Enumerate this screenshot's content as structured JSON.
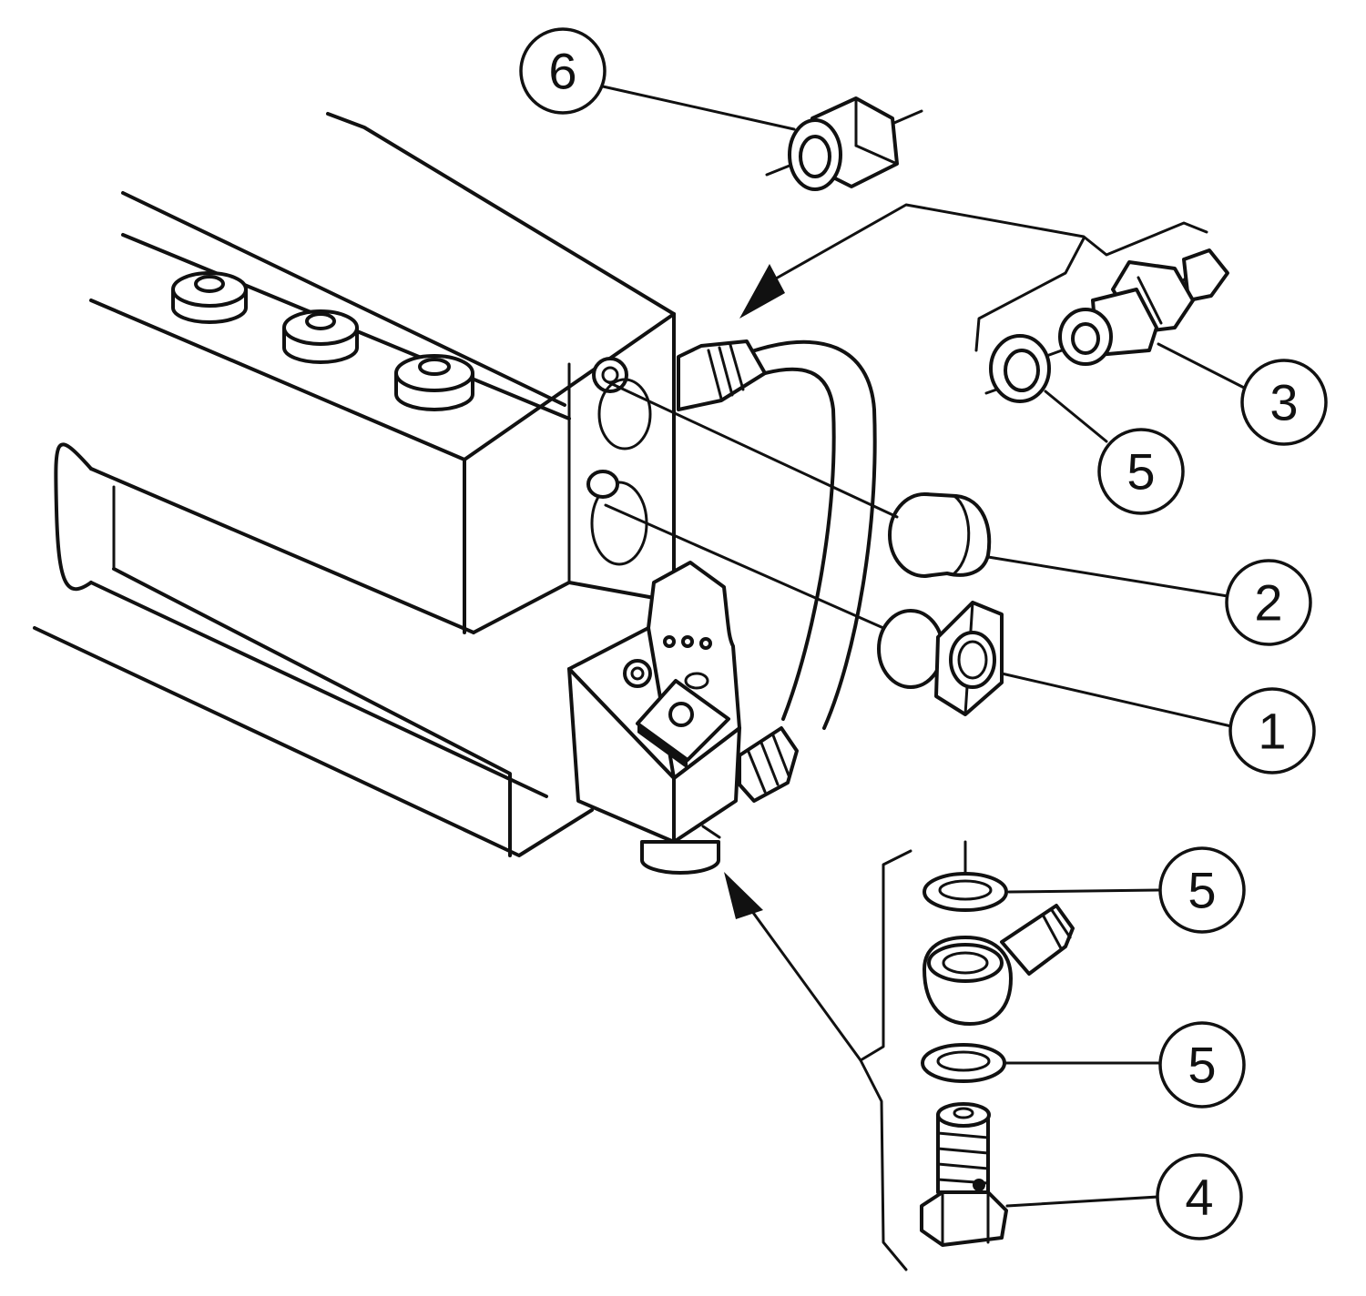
{
  "callouts": {
    "c6": "6",
    "c3": "3",
    "c5a": "5",
    "c2": "2",
    "c1": "1",
    "c5b": "5",
    "c5c": "5",
    "c4": "4"
  },
  "colors": {
    "line": "#111111",
    "background": "#ffffff"
  }
}
